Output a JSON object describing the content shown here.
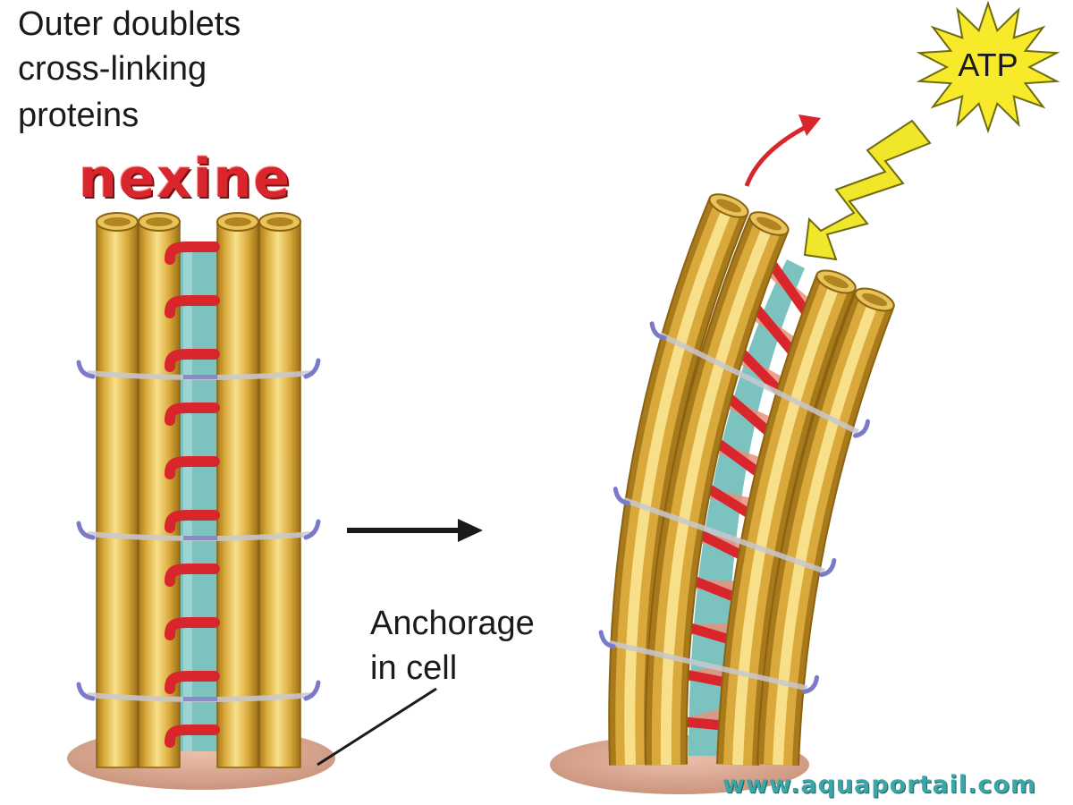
{
  "labels": {
    "outer_line1": "Outer doublets",
    "outer_line2": "cross-linking",
    "outer_line3": "proteins",
    "nexine": "nexine",
    "anchorage_line1": "Anchorage",
    "anchorage_line2": "in cell",
    "atp": "ATP",
    "watermark": "www.aquaportail.com"
  },
  "colors": {
    "tubule": "#d9a93b",
    "tubule_highlight": "#f8e08a",
    "tubule_shadow": "#a87a1c",
    "nexin_link": "#d9262c",
    "nexin_faded": "#e8917a",
    "core": "#7cc3c0",
    "band": "#c8c8d0",
    "clip": "#7a7ac8",
    "anchor": "#d9a08a",
    "atp_burst": "#f7ea2a",
    "bolt": "#f0e62a",
    "motion_arrow": "#d9262c",
    "transition_arrow": "#1a1a1a",
    "watermark": "#3aa6a8"
  },
  "icons": {
    "atp": "starburst-icon",
    "energy": "lightning-bolt-icon",
    "motion": "curved-arrow-icon",
    "transition": "right-arrow-icon"
  }
}
